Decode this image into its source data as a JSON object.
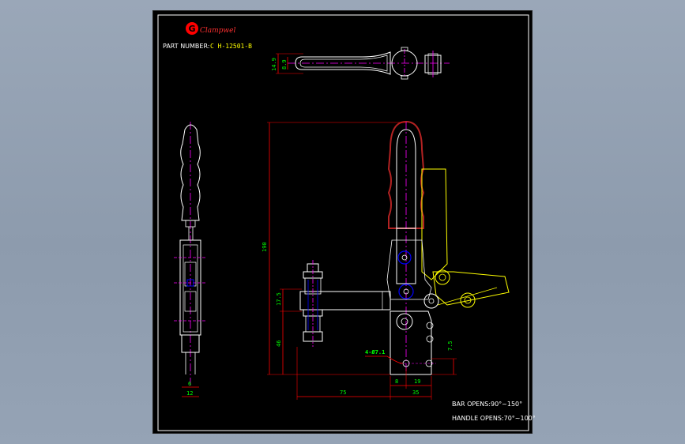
{
  "colors": {
    "background": "#8d9bad",
    "sheet": "#000000",
    "frame": "#ffffff",
    "dimension": "#ff0000",
    "dim_text": "#00ff00",
    "outline": "#ffffff",
    "centerline": "#ff00ff",
    "handle_grip": "#b22222",
    "open_position": "#ffff00",
    "pivot": "#0000ff",
    "logo": "#ff0000"
  },
  "title_block": {
    "logo_letter": "G",
    "logo_text": "Clampwel",
    "part_number_label": "PART NUMBER:",
    "part_number_value": "C H-12501-B"
  },
  "dimensions": {
    "top_view_outer": "14.9",
    "top_view_inner": "8.9",
    "overall_height": "190",
    "arm_height": "17.5",
    "base_height": "46",
    "hole_spec": "4-Ø7.1",
    "base_offset": "7.5",
    "reach": "75",
    "hole_edge": "8",
    "hole_pitch": "19",
    "base_width": "35",
    "side_width_inner": "6",
    "side_width_outer": "12"
  },
  "notes": {
    "bar_opens": "BAR OPENS:90°~150°",
    "handle_opens": "HANDLE OPENS:70°~100°"
  }
}
